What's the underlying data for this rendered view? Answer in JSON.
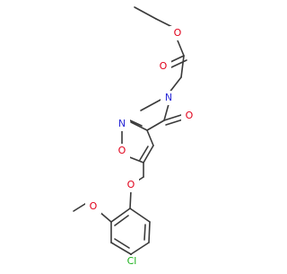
{
  "molecule": {
    "atom_labels": [
      {
        "id": "o_ester_single",
        "text": "O",
        "element": "O"
      },
      {
        "id": "o_ester_double",
        "text": "O",
        "element": "O"
      },
      {
        "id": "n_amide",
        "text": "N",
        "element": "N"
      },
      {
        "id": "o_amide",
        "text": "O",
        "element": "O"
      },
      {
        "id": "n_isoxazole",
        "text": "N",
        "element": "N"
      },
      {
        "id": "o_isoxazole",
        "text": "O",
        "element": "O"
      },
      {
        "id": "o_ether",
        "text": "O",
        "element": "O"
      },
      {
        "id": "o_methoxy",
        "text": "O",
        "element": "O"
      },
      {
        "id": "cl",
        "text": "Cl",
        "element": "Cl"
      }
    ],
    "colors": {
      "bond": "#3a3a3a",
      "O": "#e0001a",
      "N": "#2a2ad6",
      "Cl": "#18b018",
      "background": "#ffffff"
    }
  }
}
